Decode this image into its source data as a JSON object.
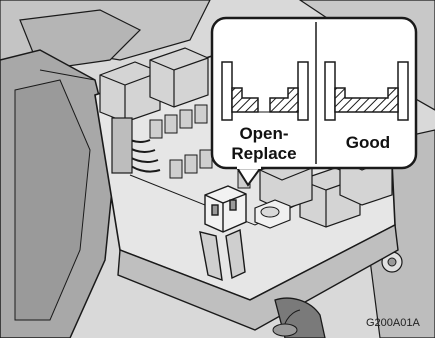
{
  "callout": {
    "left_label_line1": "Open-",
    "left_label_line2": "Replace",
    "right_label": "Good"
  },
  "figure_code": "G200A01A",
  "illustration": {
    "subject": "engine-compartment-fuse-relay-box",
    "left_panel": "blown-fuse-element",
    "right_panel": "intact-fuse-element",
    "colors": {
      "line": "#1a1a1a",
      "shade_light": "#e6e6e6",
      "shade_mid": "#c8c8c8",
      "shade_dark": "#9a9a9a",
      "callout_fill": "#ffffff"
    }
  }
}
